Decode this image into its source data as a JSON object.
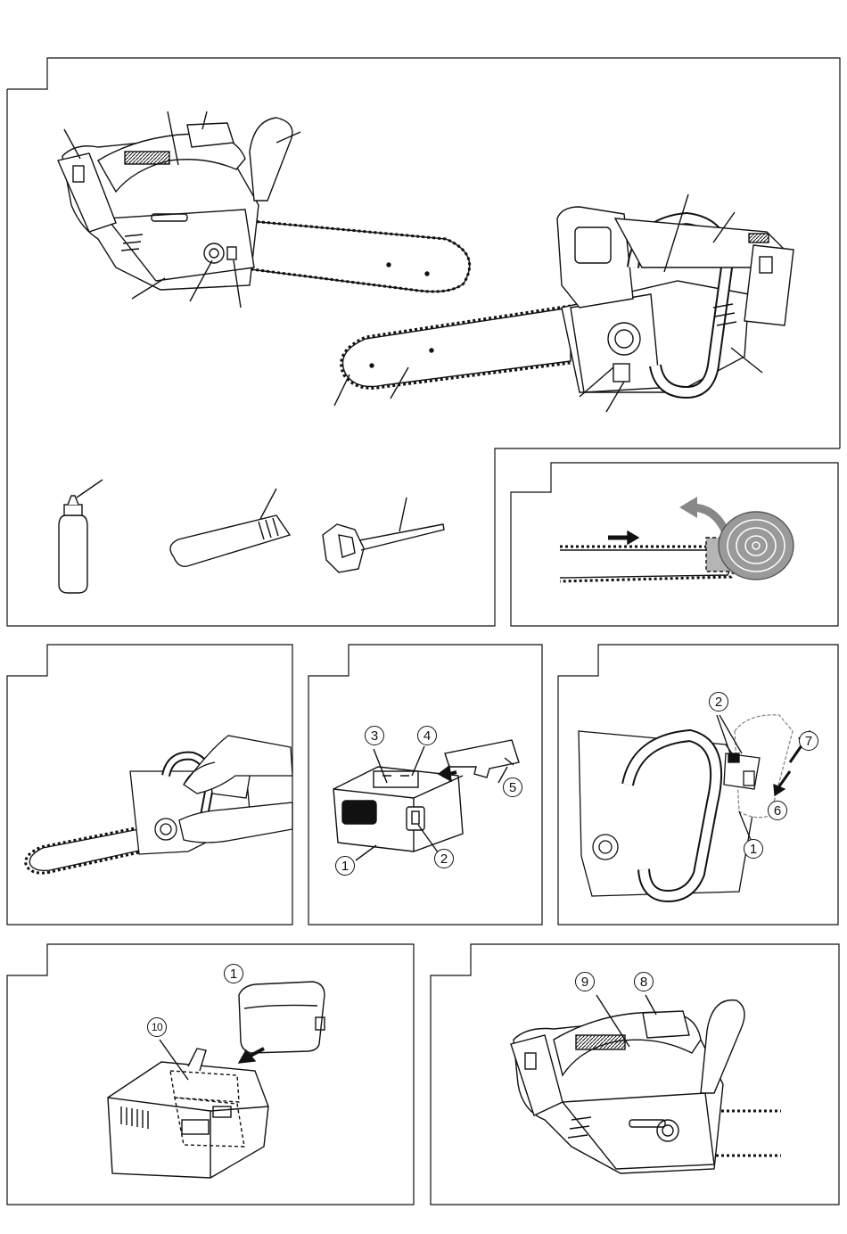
{
  "figure_panels": [
    {
      "id": "fig1",
      "description_visible": false
    },
    {
      "id": "fig2",
      "description_visible": false
    },
    {
      "id": "fig3",
      "description_visible": false
    },
    {
      "id": "fig4",
      "description_visible": false
    },
    {
      "id": "fig5",
      "description_visible": false
    },
    {
      "id": "fig6",
      "description_visible": false
    },
    {
      "id": "fig7",
      "description_visible": false
    }
  ],
  "callouts": {
    "fig4": [
      "3",
      "4",
      "5",
      "1",
      "2"
    ],
    "fig5": [
      "2",
      "7",
      "6",
      "1"
    ],
    "fig6": [
      "1",
      "10"
    ],
    "fig7": [
      "9",
      "8"
    ]
  },
  "colors": {
    "line": "#111111",
    "arrow_gray": "#888888",
    "wood": "#9a9a9a",
    "cut_zone": "#b5b5b5"
  }
}
